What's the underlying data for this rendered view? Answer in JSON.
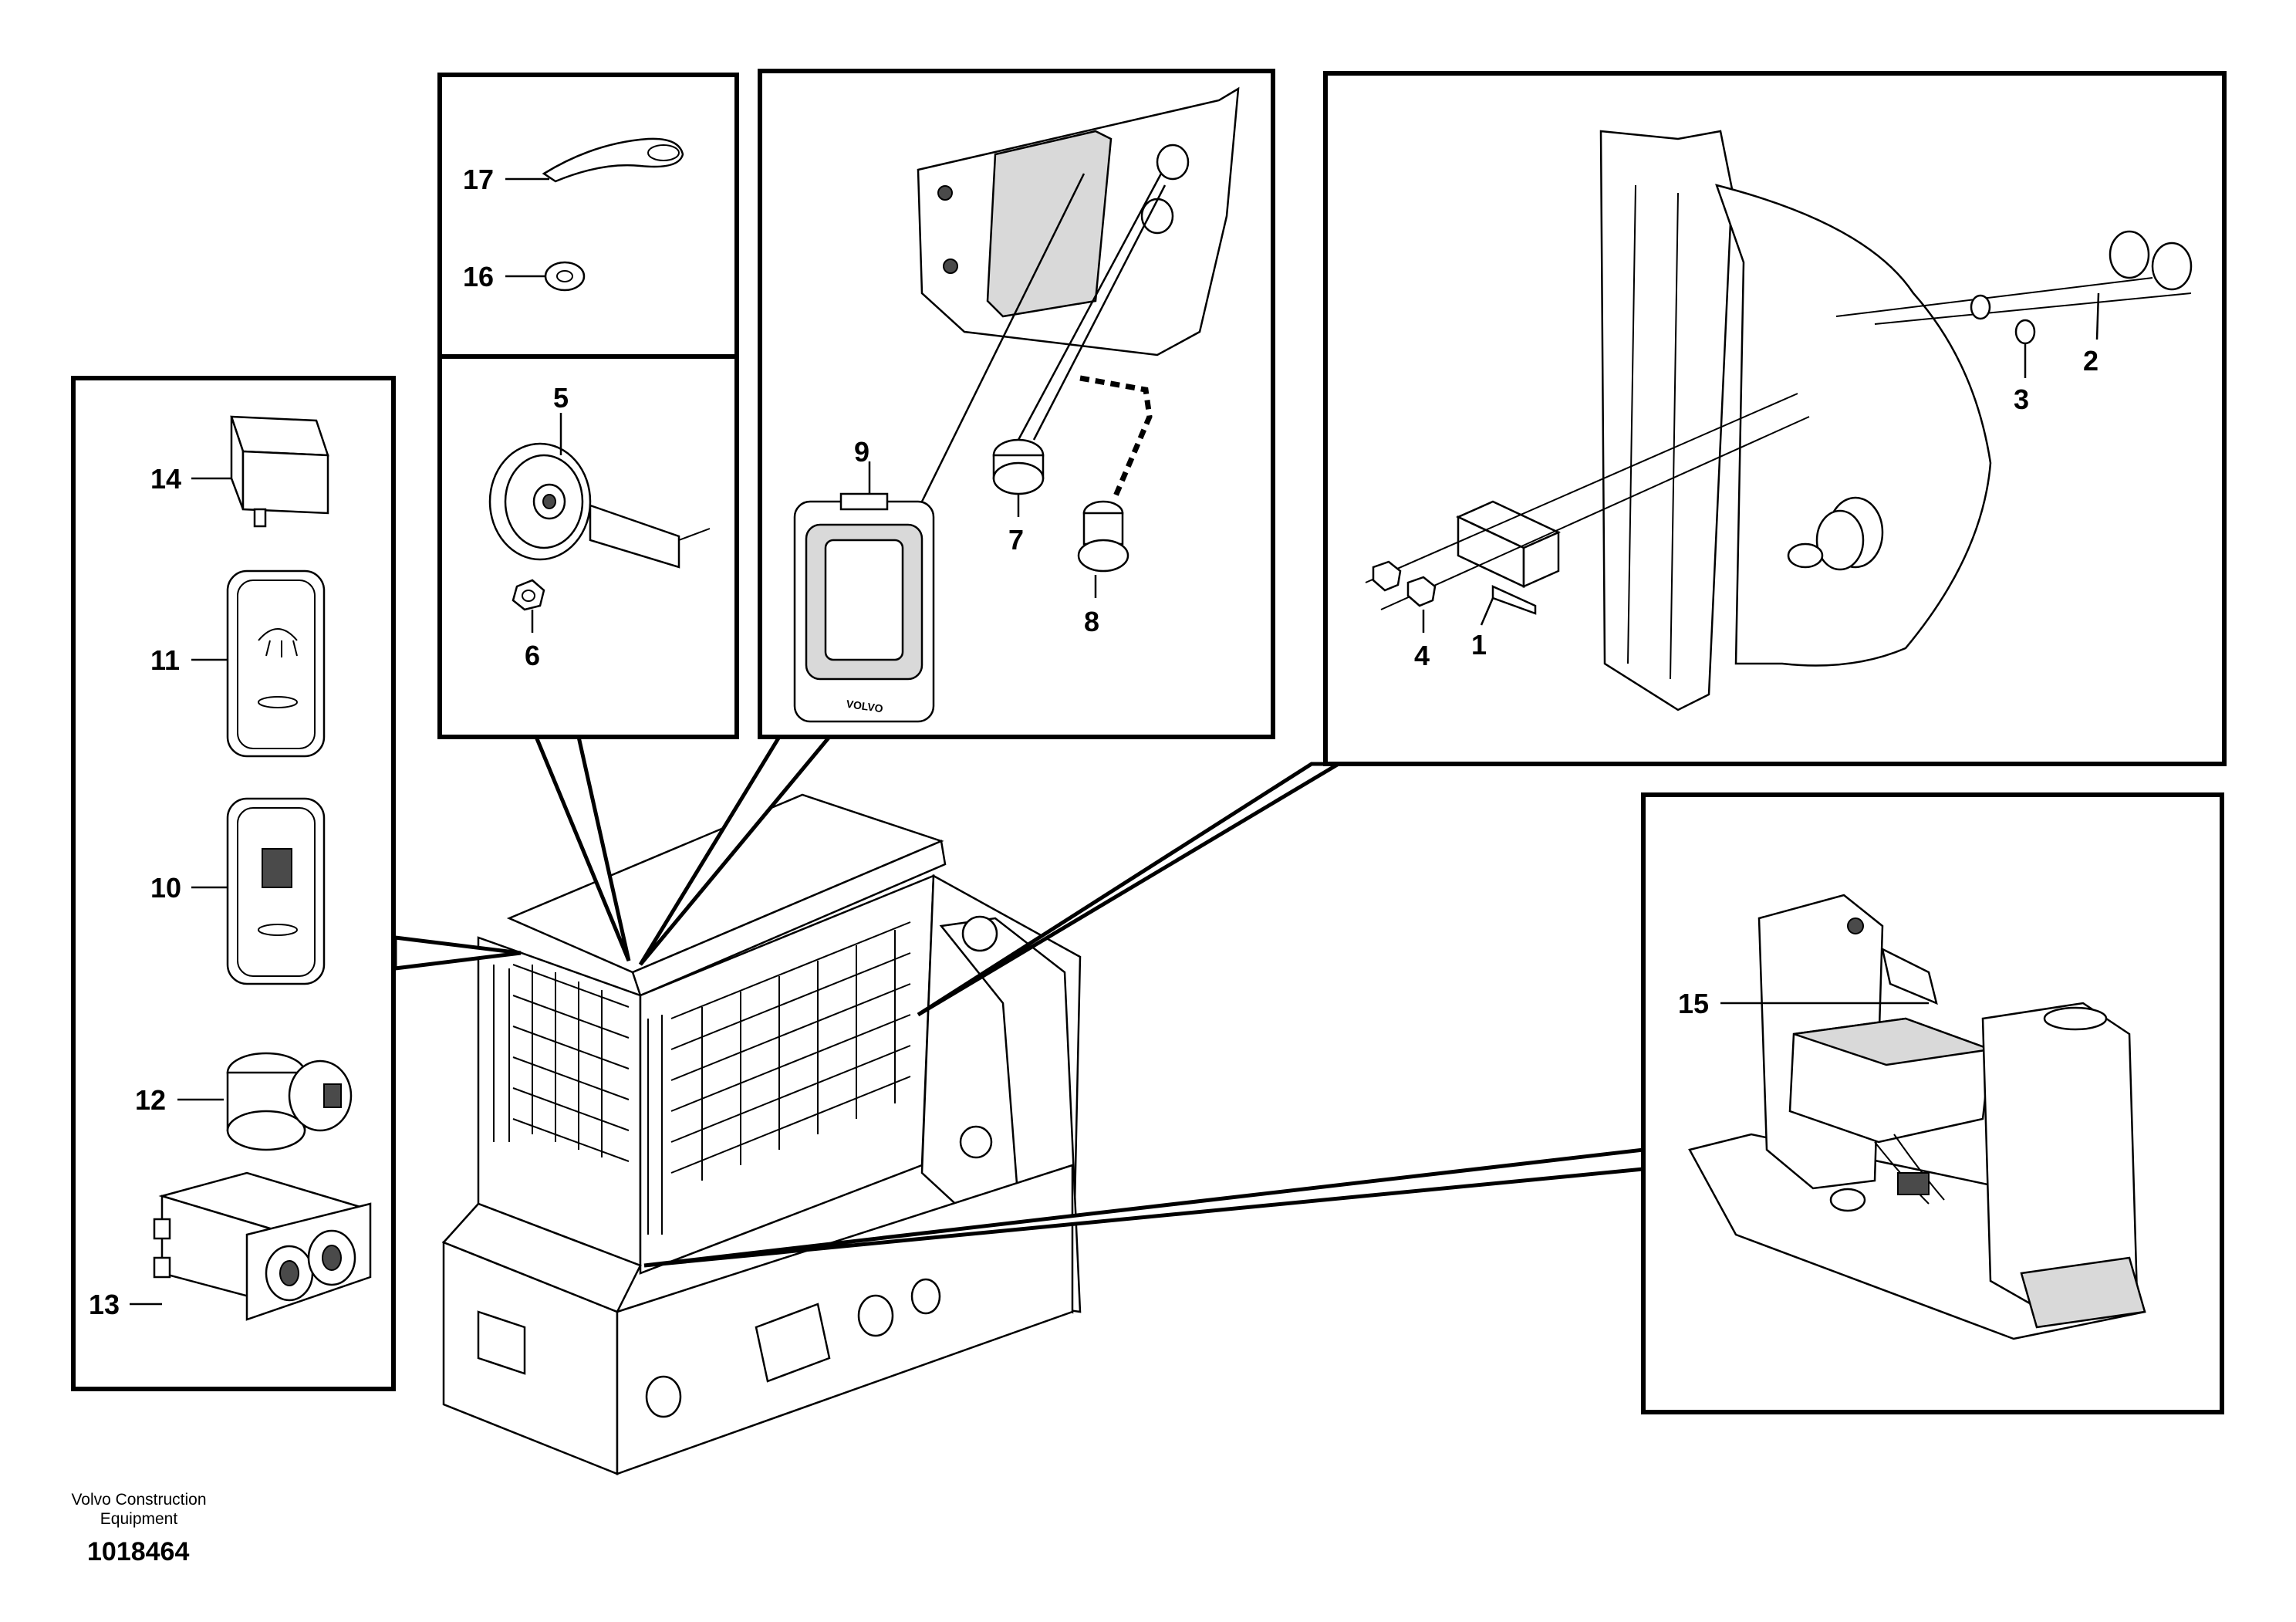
{
  "footer": {
    "brand_line1": "Volvo Construction",
    "brand_line2": "Equipment",
    "document_number": "1018464"
  },
  "callouts": {
    "c1": "1",
    "c2": "2",
    "c3": "3",
    "c4": "4",
    "c5": "5",
    "c6": "6",
    "c7": "7",
    "c8": "8",
    "c9": "9",
    "c10": "10",
    "c11": "11",
    "c12": "12",
    "c13": "13",
    "c14": "14",
    "c15": "15",
    "c16": "16",
    "c17": "17"
  },
  "display_brand": "VOLVO"
}
